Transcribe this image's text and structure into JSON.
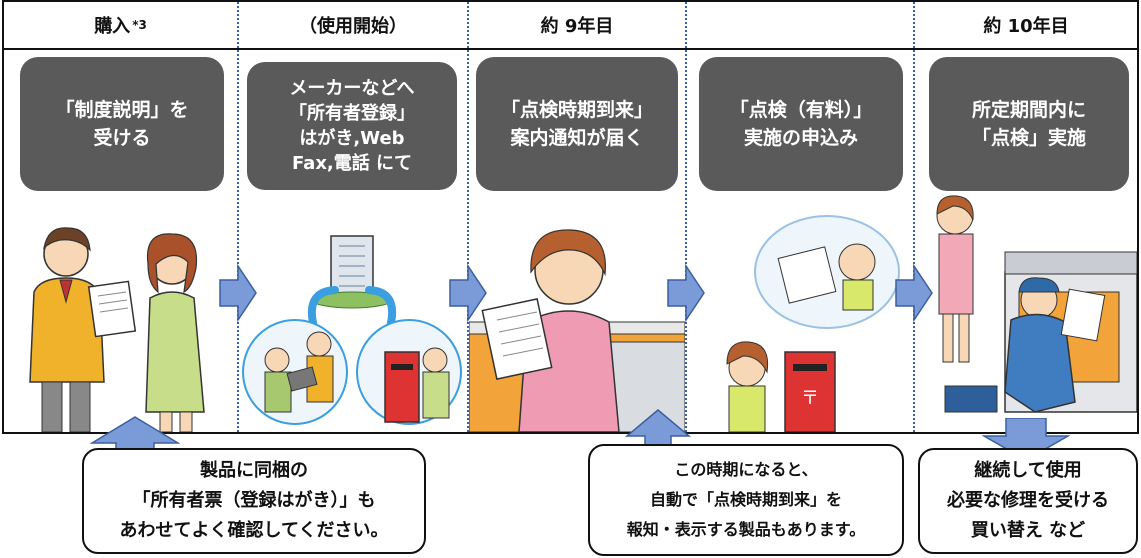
{
  "headers": {
    "purchase": "購入",
    "purchase_note": "*3",
    "start_use": "（使用開始）",
    "year9": "約 9年目",
    "year10": "約 10年目"
  },
  "steps": [
    {
      "text": "「制度説明」を\n受ける"
    },
    {
      "text": "メーカーなどへ\n「所有者登録」\nはがき,Web\nFax,電話 にて"
    },
    {
      "text": "「点検時期到来」\n案内通知が届く"
    },
    {
      "text": "「点検（有料）」\n実施の申込み"
    },
    {
      "text": "所定期間内に\n「点検」実施"
    }
  ],
  "callouts": {
    "left": "製品に同梱の\n「所有者票（登録はがき）」も\nあわせてよく確認してください。",
    "middle": "この時期になると、\n自動で「点検時期到来」を\n報知・表示する製品もあります。",
    "right": "継続して使用\n必要な修理を受ける\n買い替え など"
  },
  "colors": {
    "box": "#5a5a5a",
    "arrow_fill": "#7b9bd8",
    "arrow_stroke": "#3a5fa0",
    "divider": "#3a5fa0"
  }
}
